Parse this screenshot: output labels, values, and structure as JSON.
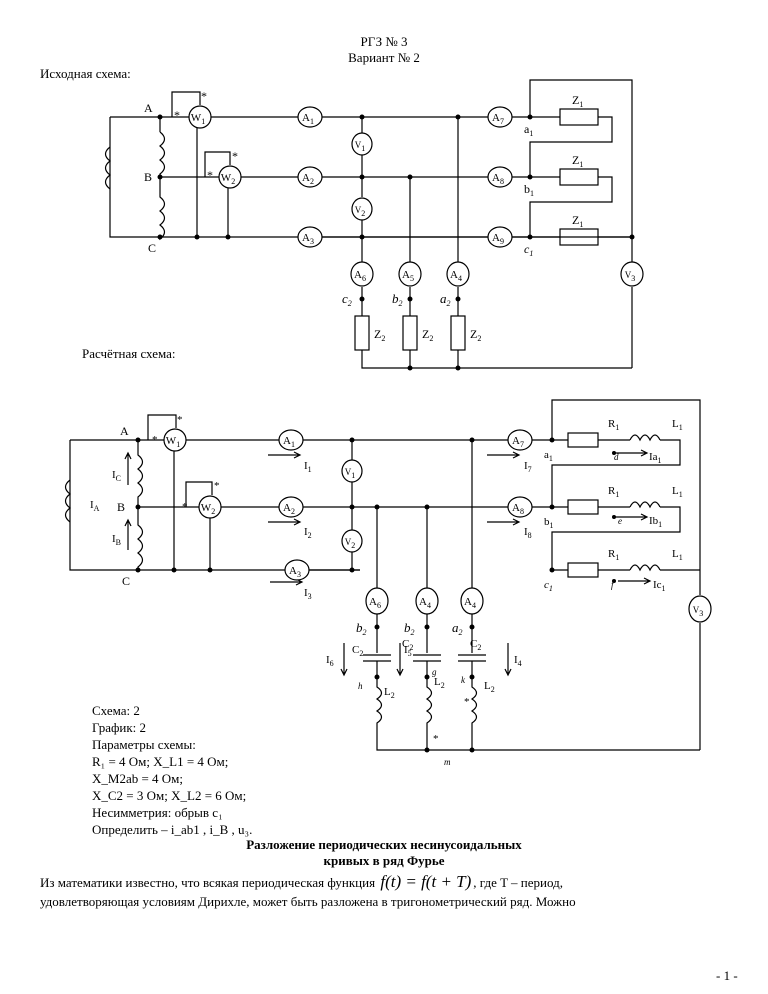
{
  "header": {
    "title": "РГЗ № 3",
    "variant": "Вариант № 2"
  },
  "diagram1": {
    "label": "Исходная схема:",
    "nodes": [
      "A",
      "B",
      "C",
      "a",
      "b",
      "c"
    ],
    "node_subs": {
      "a": "1",
      "b": "1",
      "c": "1"
    },
    "lower_nodes": [
      "c",
      "b",
      "a"
    ],
    "lower_node_sub": "2",
    "wattmeters": [
      "W",
      "W"
    ],
    "wattmeter_subs": [
      "1",
      "2"
    ],
    "ammeters": [
      "A",
      "A",
      "A",
      "A",
      "A",
      "A",
      "A",
      "A",
      "A"
    ],
    "ammeter_subs": [
      "1",
      "2",
      "3",
      "4",
      "5",
      "6",
      "7",
      "8",
      "9"
    ],
    "voltmeters": [
      "V",
      "V",
      "V"
    ],
    "voltmeter_subs": [
      "1",
      "2",
      "3"
    ],
    "z_upper": "Z",
    "z_upper_sub": "1",
    "z_lower": "Z",
    "z_lower_sub": "2",
    "star": "*"
  },
  "diagram2": {
    "label": "Расчётная схема:",
    "nodes": [
      "A",
      "B",
      "C",
      "a",
      "b",
      "c"
    ],
    "node_subs": {
      "a": "1",
      "b": "1",
      "c": "1"
    },
    "currents": [
      "I",
      "I",
      "I",
      "I",
      "I",
      "I",
      "I",
      "I"
    ],
    "current_subs": [
      "A",
      "B",
      "C",
      "1",
      "2",
      "3",
      "7",
      "8"
    ],
    "phase_currents": [
      "Ia",
      "Ib",
      "Ic"
    ],
    "phase_current_subs": [
      "1",
      "1",
      "1"
    ],
    "load_currents": [
      "I",
      "I",
      "I"
    ],
    "load_current_subs": [
      "6",
      "5",
      "4"
    ],
    "r1": "R",
    "r1_sub": "1",
    "l1": "L",
    "l1_sub": "1",
    "c2": "C",
    "c2_sub": "2",
    "l2": "L",
    "l2_sub": "2",
    "mid_nodes": [
      "d",
      "e",
      "f"
    ],
    "low_nodes": [
      "h",
      "g",
      "k",
      "m"
    ],
    "bottom_nodes": [
      "b",
      "b",
      "a"
    ],
    "bottom_node_sub": "2",
    "ammeters": [
      "A",
      "A",
      "A",
      "A",
      "A",
      "A",
      "A"
    ],
    "ammeter_subs": [
      "1",
      "2",
      "3",
      "6",
      "4",
      "4",
      "7",
      "8"
    ],
    "voltmeters": [
      "V",
      "V",
      "V"
    ],
    "voltmeter_subs": [
      "1",
      "2",
      "3"
    ],
    "wattmeters": [
      "W",
      "W"
    ],
    "wattmeter_subs": [
      "1",
      "2"
    ]
  },
  "params": {
    "scheme": "Схема: 2",
    "graph": "График: 2",
    "heading": "Параметры схемы:",
    "line1": "R₁ = 4 Ом; X_L1 = 4 Ом;",
    "line2": "X_M2ab = 4 Ом;",
    "line3": "X_C2 = 3 Ом; X_L2 = 6 Ом;",
    "asym": "Несимметрия: обрыв c₁",
    "find": "Определить – i_ab1 , i_B , u₃."
  },
  "section": {
    "title1": "Разложение периодических несинусоидальных",
    "title2": "кривых в ряд Фурье"
  },
  "body": {
    "p1a": "Из математики известно, что всякая периодическая функция",
    "formula": "f(t) = f(t + T)",
    "p1b": ", где T – период,",
    "p2": "удовлетворяющая условиям Дирихле, может быть разложена в тригонометрический ряд. Можно"
  },
  "footer": {
    "page": "- 1 -"
  }
}
